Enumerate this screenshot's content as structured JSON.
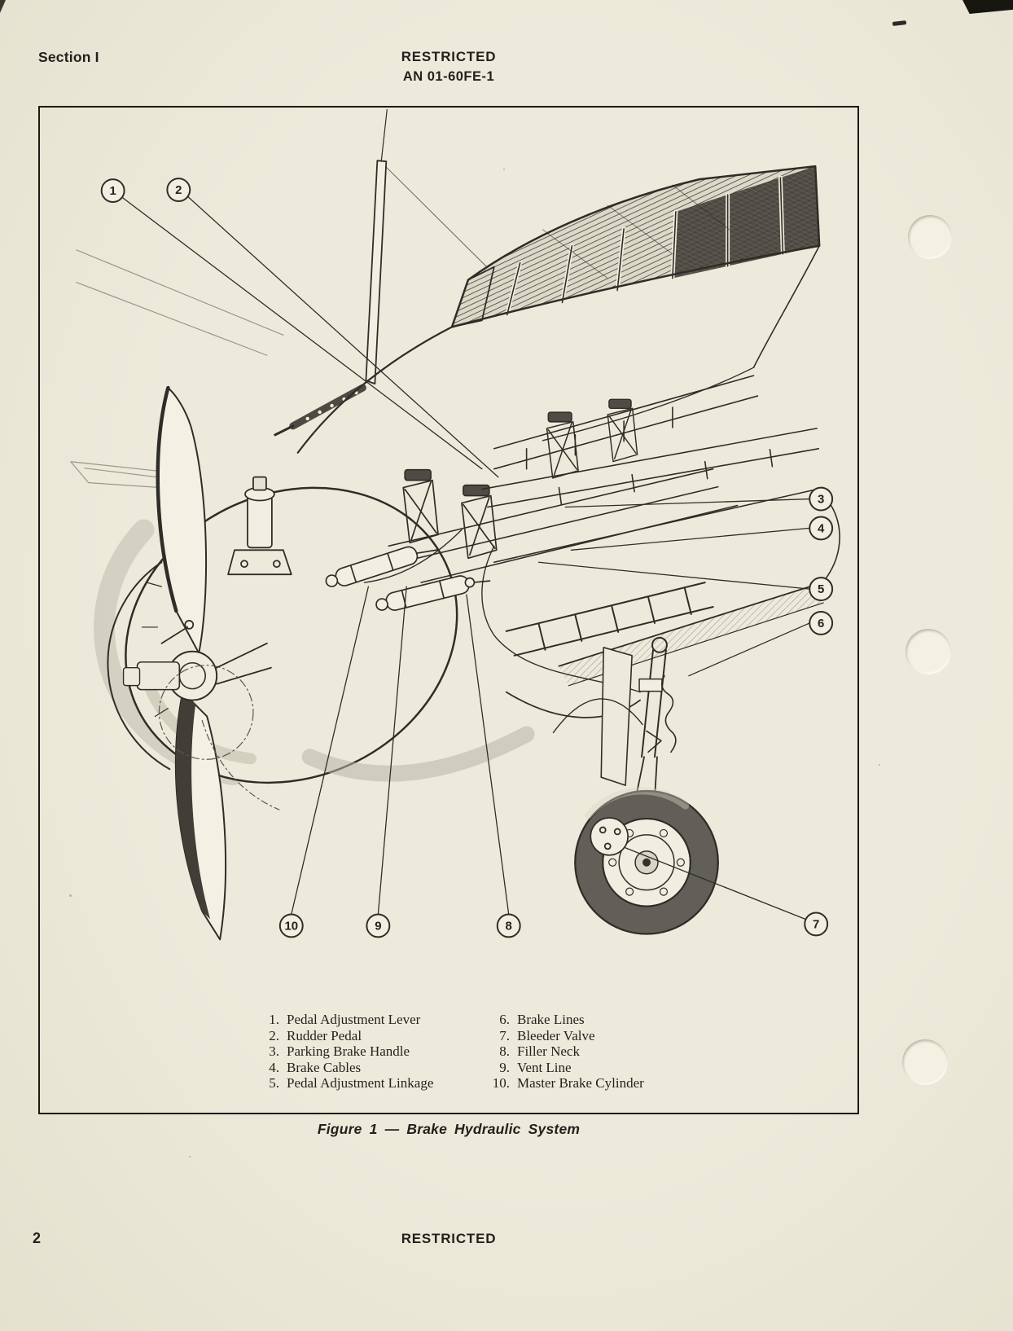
{
  "page": {
    "section_label": "Section I",
    "header_restricted": "RESTRICTED",
    "doc_number": "AN 01-60FE-1",
    "footer_page_number": "2",
    "footer_restricted": "RESTRICTED"
  },
  "figure": {
    "caption": "Figure 1 — Brake Hydraulic System",
    "callouts": [
      "1",
      "2",
      "3",
      "4",
      "5",
      "6",
      "7",
      "8",
      "9",
      "10"
    ],
    "legend": {
      "left": [
        {
          "num": "1.",
          "label": "Pedal Adjustment Lever"
        },
        {
          "num": "2.",
          "label": "Rudder Pedal"
        },
        {
          "num": "3.",
          "label": "Parking Brake Handle"
        },
        {
          "num": "4.",
          "label": "Brake Cables"
        },
        {
          "num": "5.",
          "label": "Pedal Adjustment Linkage"
        }
      ],
      "right": [
        {
          "num": "6.",
          "label": "Brake Lines"
        },
        {
          "num": "7.",
          "label": "Bleeder Valve"
        },
        {
          "num": "8.",
          "label": "Filler Neck"
        },
        {
          "num": "9.",
          "label": "Vent Line"
        },
        {
          "num": "10.",
          "label": "Master Brake Cylinder"
        }
      ]
    }
  },
  "colors": {
    "paper": "#ebe7d6",
    "ink": "#23221d"
  }
}
